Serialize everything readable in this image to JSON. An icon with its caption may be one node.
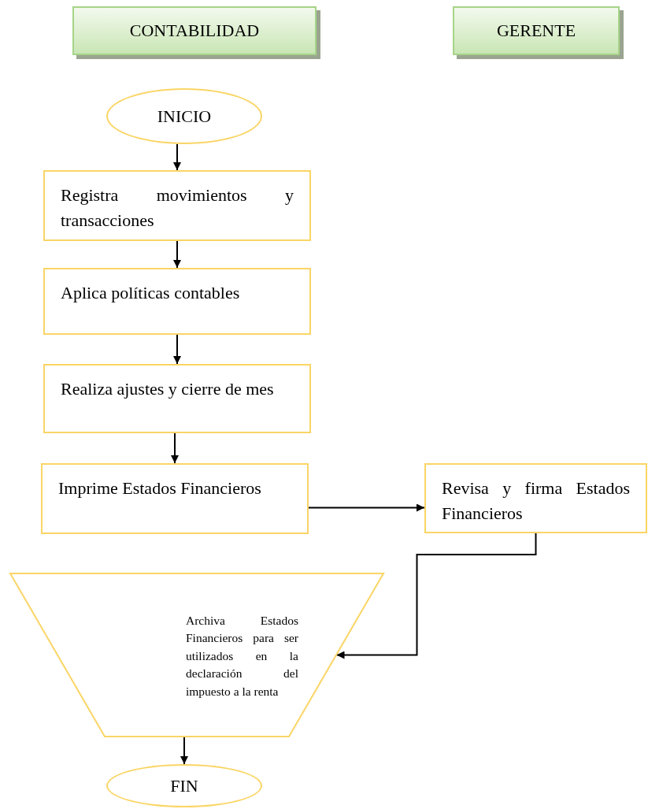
{
  "diagram": {
    "nodes": [
      {
        "text": [
          "CONTABILIDAD"
        ]
      },
      {
        "text": [
          "GERENTE"
        ]
      },
      {
        "text": [
          "INICIO"
        ]
      },
      {
        "text": [
          "Registra movimientos y transacciones"
        ]
      },
      {
        "text": [
          "Aplica políticas contables"
        ]
      },
      {
        "text": [
          "Realiza ajustes y cierre de mes"
        ]
      },
      {
        "text": [
          "Imprime Estados Financieros"
        ]
      },
      {
        "text": [
          "Revisa y firma Estados Financieros"
        ]
      },
      {
        "text": [
          "Archiva Estados Financieros para ser utilizados en la declaración del impuesto a la renta"
        ]
      },
      {
        "text": [
          "FIN"
        ]
      }
    ],
    "edges": [
      {
        "from": 2,
        "to": 3,
        "arrow": "to"
      },
      {
        "from": 3,
        "to": 4,
        "arrow": "to"
      },
      {
        "from": 4,
        "to": 5,
        "arrow": "to"
      },
      {
        "from": 5,
        "to": 6,
        "arrow": "to"
      },
      {
        "from": 6,
        "to": 7,
        "arrow": "to"
      },
      {
        "from": 7,
        "to": 8,
        "arrow": "to"
      },
      {
        "from": 8,
        "to": 9,
        "arrow": "to"
      }
    ]
  }
}
